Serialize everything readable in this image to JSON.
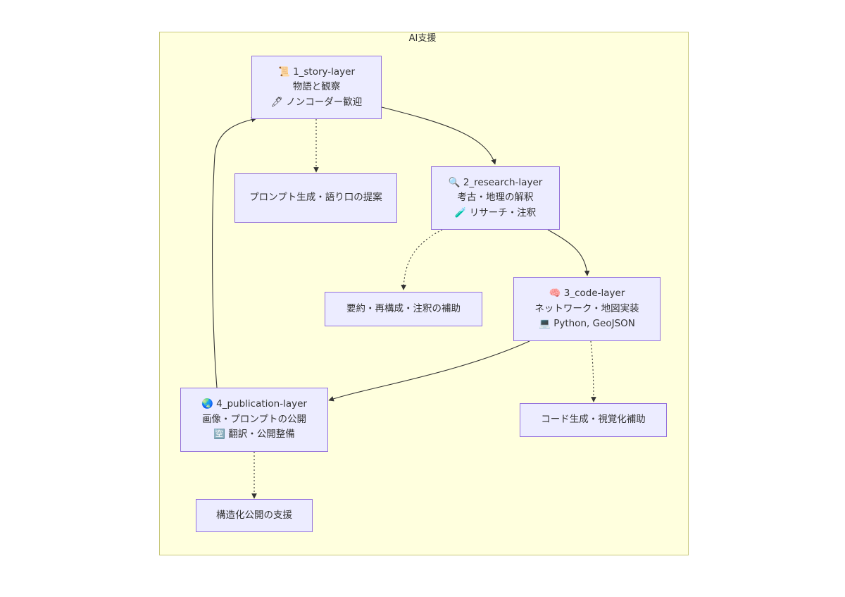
{
  "cluster": {
    "title": "AI支援"
  },
  "nodes": {
    "story": {
      "icon": "📜",
      "title": "1_story-layer",
      "desc": "物語と観察",
      "tag_icon": "🖊",
      "tag": "ノンコーダー歓迎"
    },
    "research": {
      "icon": "🔍",
      "title": "2_research-layer",
      "desc": "考古・地理の解釈",
      "tag_icon": "🧪",
      "tag": "リサーチ・注釈"
    },
    "code": {
      "icon": "🧠",
      "title": "3_code-layer",
      "desc": "ネットワーク・地図実装",
      "tag_icon": "💻",
      "tag": "Python, GeoJSON"
    },
    "publication": {
      "icon": "🌏",
      "title": "4_publication-layer",
      "desc": "画像・プロンプトの公開",
      "tag_icon": "🈳",
      "tag": "翻訳・公開整備"
    }
  },
  "ai_support": {
    "story": "プロンプト生成・語り口の提案",
    "research": "要約・再構成・注釈の補助",
    "code": "コード生成・視覚化補助",
    "publication": "構造化公開の支援"
  },
  "icons": {
    "story": "scroll-icon",
    "story_tag": "pen-icon",
    "research": "magnifier-icon",
    "research_tag": "test-tube-icon",
    "code": "brain-icon",
    "code_tag": "laptop-icon",
    "publication": "globe-icon",
    "publication_tag": "translation-icon"
  },
  "colors": {
    "cluster_fill": "#ffffde",
    "cluster_border": "#c8c87a",
    "node_fill": "#ececff",
    "node_border": "#9370db",
    "edge": "#333333",
    "text": "#333333"
  }
}
